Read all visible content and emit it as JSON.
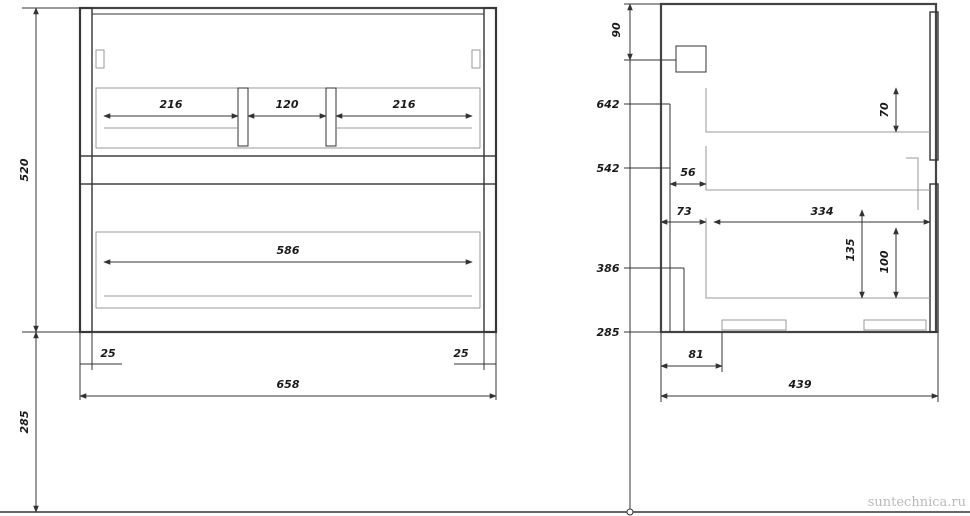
{
  "front": {
    "height_body": "520",
    "height_legs": "285",
    "drawer1_left": "216",
    "drawer1_mid": "120",
    "drawer1_right": "216",
    "drawer2_width": "586",
    "side_left": "25",
    "side_right": "25",
    "total_width": "658"
  },
  "side": {
    "top_offset": "90",
    "level_642": "642",
    "level_542": "542",
    "level_386": "386",
    "level_285": "285",
    "inner_56": "56",
    "inner_73": "73",
    "inner_334": "334",
    "inner_70": "70",
    "inner_135": "135",
    "inner_100": "100",
    "bottom_81": "81",
    "total_depth": "439"
  },
  "watermark": "suntechnica.ru"
}
